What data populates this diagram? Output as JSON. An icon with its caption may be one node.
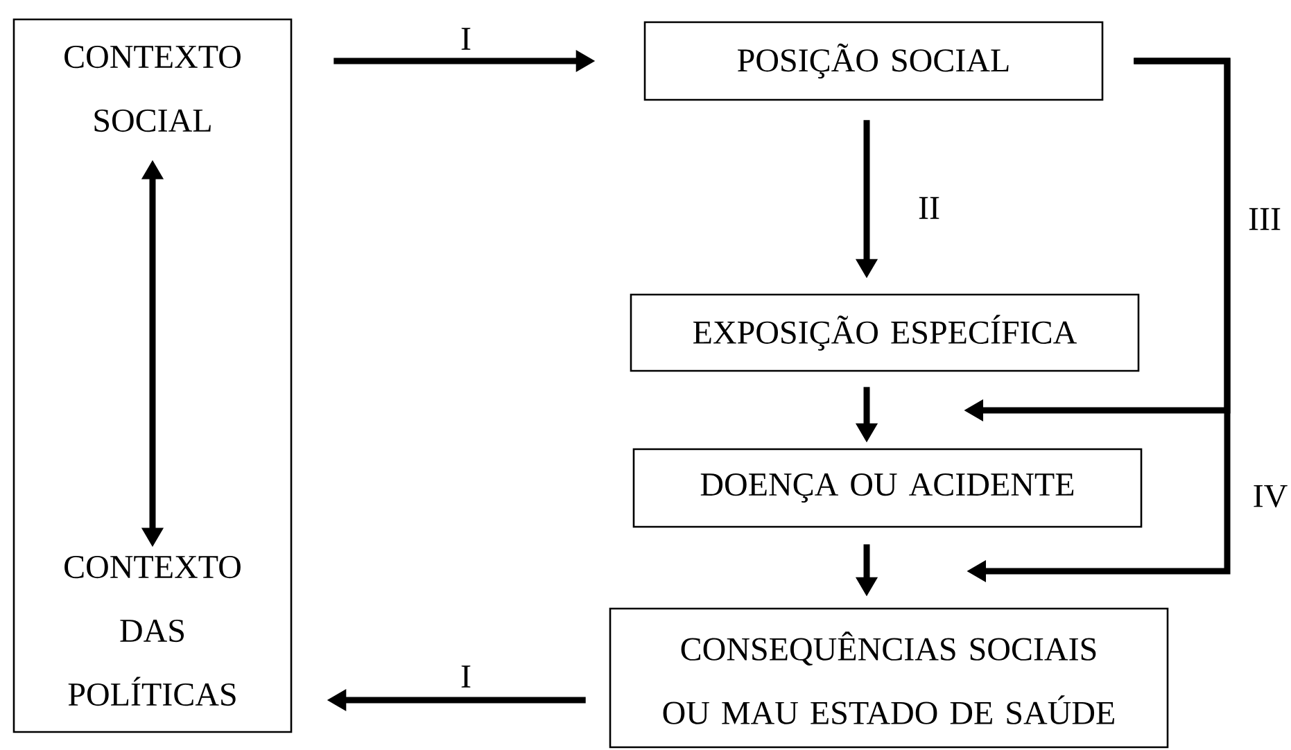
{
  "diagram": {
    "nodes": [
      {
        "text": [],
        "shape": "box"
      },
      {
        "text": [
          "CONTEXTO SOCIAL"
        ],
        "in": 0
      },
      {
        "text": [
          "CONTEXTO DAS POLÍTICAS"
        ],
        "in": 0
      },
      {
        "text": [
          "POSIÇÃO SOCIAL"
        ]
      },
      {
        "text": [
          "EXPOSIÇÃO ESPECÍFICA"
        ]
      },
      {
        "text": [
          "DOENÇA OU ACIDENTE"
        ]
      },
      {
        "text": [
          "CONSEQUÊNCIAS SOCIAIS OU MAU ESTADO DE SAÚDE"
        ]
      }
    ],
    "edges": [
      {
        "from": 0,
        "to": 3,
        "arrow": "to",
        "label": "I"
      },
      {
        "from": 1,
        "to": 2,
        "arrow": "both"
      },
      {
        "from": 3,
        "to": 4,
        "arrow": "to",
        "label": "II"
      },
      {
        "from": 4,
        "to": 5,
        "arrow": "to"
      },
      {
        "from": 5,
        "to": 6,
        "arrow": "to"
      },
      {
        "from": 3,
        "to": null,
        "arrow": "to",
        "label": "III"
      },
      {
        "from": 3,
        "to": null,
        "arrow": "to",
        "label": "IV"
      },
      {
        "from": 6,
        "to": 0,
        "arrow": "to",
        "label": "I"
      }
    ]
  }
}
